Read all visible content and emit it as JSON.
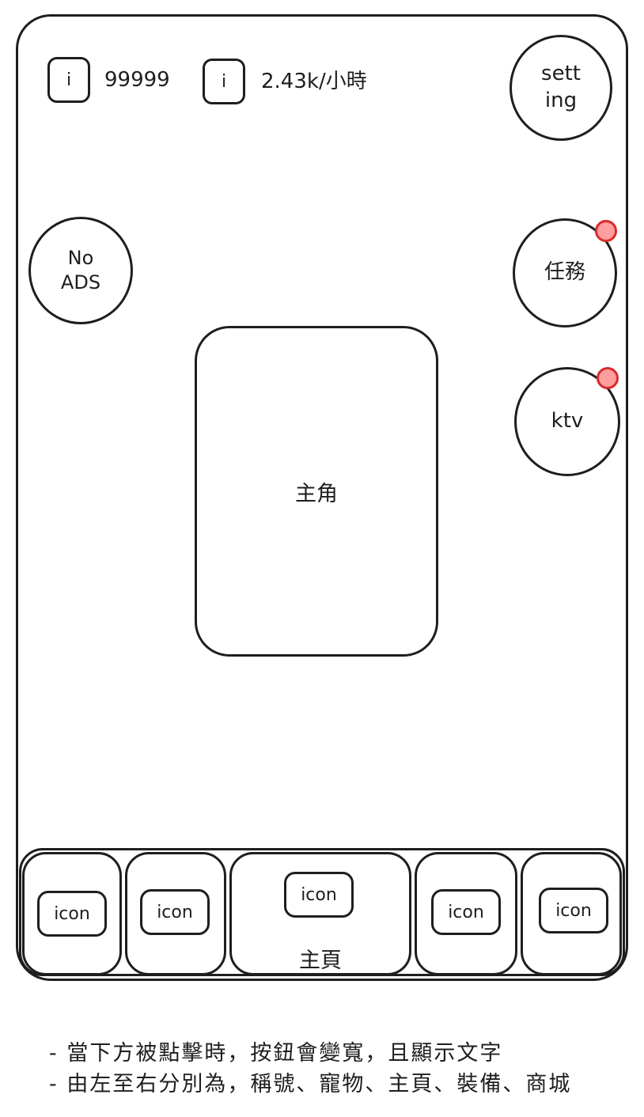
{
  "top_bar": {
    "stat_1": {
      "icon_label": "i",
      "value": "99999"
    },
    "stat_2": {
      "icon_label": "i",
      "value": "2.43k/小時"
    }
  },
  "buttons": {
    "setting": {
      "line1": "sett",
      "line2": "ing"
    },
    "no_ads": {
      "line1": "No",
      "line2": "ADS"
    },
    "quest": "任務",
    "ktv": "ktv"
  },
  "character_label": "主角",
  "bottom_nav": {
    "items": [
      {
        "icon": "icon"
      },
      {
        "icon": "icon"
      },
      {
        "icon": "icon",
        "label": "主頁",
        "active": true
      },
      {
        "icon": "icon"
      },
      {
        "icon": "icon"
      }
    ]
  },
  "notes": [
    "- 當下方被點擊時，按鈕會變寬，且顯示文字",
    "- 由左至右分別為，稱號、寵物、主頁、裝備、商城"
  ]
}
